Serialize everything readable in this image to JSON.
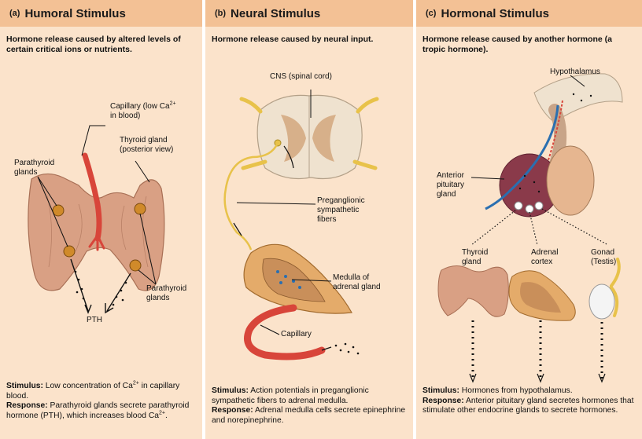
{
  "panels": {
    "a": {
      "letter": "(a)",
      "title": "Humoral Stimulus",
      "description": "Hormone release caused by altered levels of certain critical ions or nutrients.",
      "labels": {
        "capillary": "Capillary (low Ca",
        "capillary_sup": "2+",
        "capillary_2": "in blood)",
        "thyroid": "Thyroid gland",
        "thyroid_2": "(posterior view)",
        "parathyroid_left": "Parathyroid",
        "parathyroid_left_2": "glands",
        "parathyroid_right": "Parathyroid",
        "parathyroid_right_2": "glands",
        "pth": "PTH"
      },
      "stimulus_label": "Stimulus:",
      "stimulus_text": " Low concentration of Ca",
      "stimulus_sup": "2+",
      "stimulus_text_2": " in capillary blood.",
      "response_label": "Response:",
      "response_text": " Parathyroid glands secrete parathyroid hormone (PTH), which increases blood Ca",
      "response_sup": "2+",
      "response_text_2": "."
    },
    "b": {
      "letter": "(b)",
      "title": "Neural Stimulus",
      "description": "Hormone release caused by neural input.",
      "labels": {
        "cns": "CNS (spinal cord)",
        "preganglionic": "Preganglionic",
        "preganglionic_2": "sympathetic",
        "preganglionic_3": "fibers",
        "medulla": "Medulla of",
        "medulla_2": "adrenal gland",
        "capillary": "Capillary"
      },
      "stimulus_label": "Stimulus:",
      "stimulus_text": " Action potentials in preganglionic sympathetic fibers to adrenal medulla.",
      "response_label": "Response:",
      "response_text": " Adrenal medulla cells secrete epinephrine and norepinephrine."
    },
    "c": {
      "letter": "(c)",
      "title": "Hormonal Stimulus",
      "description": "Hormone release caused by another hormone (a tropic hormone).",
      "labels": {
        "hypothalamus": "Hypothalamus",
        "anterior": "Anterior",
        "anterior_2": "pituitary",
        "anterior_3": "gland",
        "thyroid": "Thyroid",
        "thyroid_2": "gland",
        "adrenal": "Adrenal",
        "adrenal_2": "cortex",
        "gonad": "Gonad",
        "gonad_2": "(Testis)"
      },
      "stimulus_label": "Stimulus:",
      "stimulus_text": " Hormones from hypothalamus.",
      "response_label": "Response:",
      "response_text": " Anterior pituitary gland secretes hormones that stimulate other endocrine glands to secrete hormones."
    }
  },
  "colors": {
    "panel_bg": "#fbe3cb",
    "header_bg": "#f3c195",
    "gland_tissue": "#d9a084",
    "capillary": "#d8453a",
    "nerve": "#e8c24a",
    "pituitary": "#8a3a4a"
  }
}
